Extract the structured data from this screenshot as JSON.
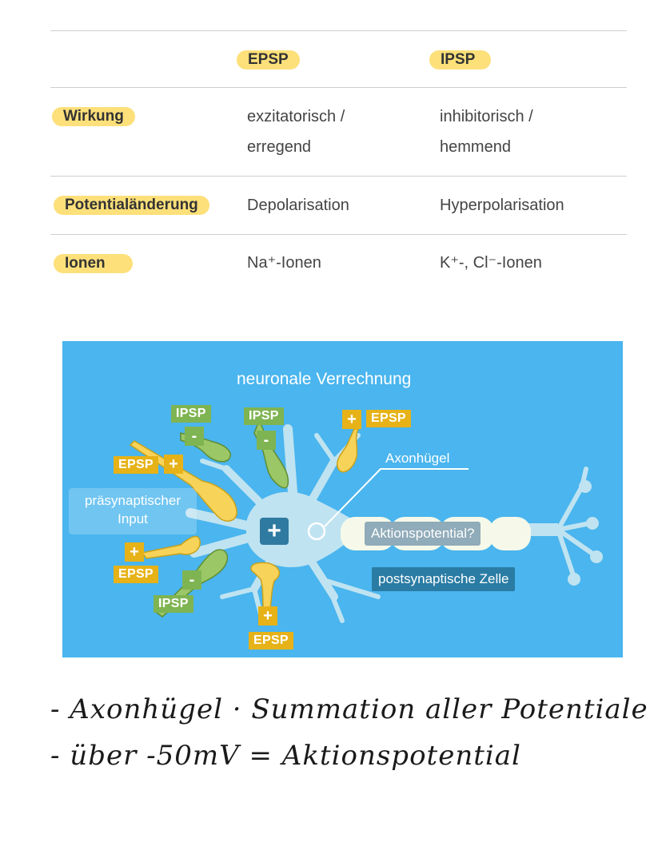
{
  "table": {
    "header": {
      "epsp": "EPSP",
      "ipsp": "IPSP"
    },
    "rows": [
      {
        "label": "Wirkung",
        "epsp": [
          "exzitatorisch /",
          "erregend"
        ],
        "ipsp": [
          "inhibitorisch /",
          "hemmend"
        ]
      },
      {
        "label": "Potentialänderung",
        "epsp": "Depolarisation",
        "ipsp": "Hyperpolarisation"
      },
      {
        "label": "Ionen",
        "epsp": "Na⁺-Ionen",
        "ipsp": "K⁺-, Cl⁻-Ionen"
      }
    ],
    "highlight_color": "#fde07a"
  },
  "diagram": {
    "title": "neuronale Verrechnung",
    "background": "#4ab5ee",
    "labels": {
      "axon_hillock": "Axonhügel",
      "presynaptic": [
        "präsynaptischer",
        "Input"
      ],
      "action_potential": "Aktionspotential?",
      "postsynaptic": "postsynaptische Zelle",
      "soma_sign": "+"
    },
    "synapses": [
      {
        "type": "EPSP",
        "sign": "+"
      },
      {
        "type": "EPSP",
        "sign": "+"
      },
      {
        "type": "EPSP",
        "sign": "+"
      },
      {
        "type": "EPSP",
        "sign": "+"
      },
      {
        "type": "IPSP",
        "sign": "-"
      },
      {
        "type": "IPSP",
        "sign": "-"
      },
      {
        "type": "IPSP",
        "sign": "-"
      }
    ],
    "colors": {
      "epsp": "#e6b217",
      "ipsp": "#7fb452",
      "neuron": "#bfe3f1"
    }
  },
  "notes": [
    "- Axonhügel · Summation aller Potentiale",
    "- über -50mV = Aktionspotential"
  ]
}
